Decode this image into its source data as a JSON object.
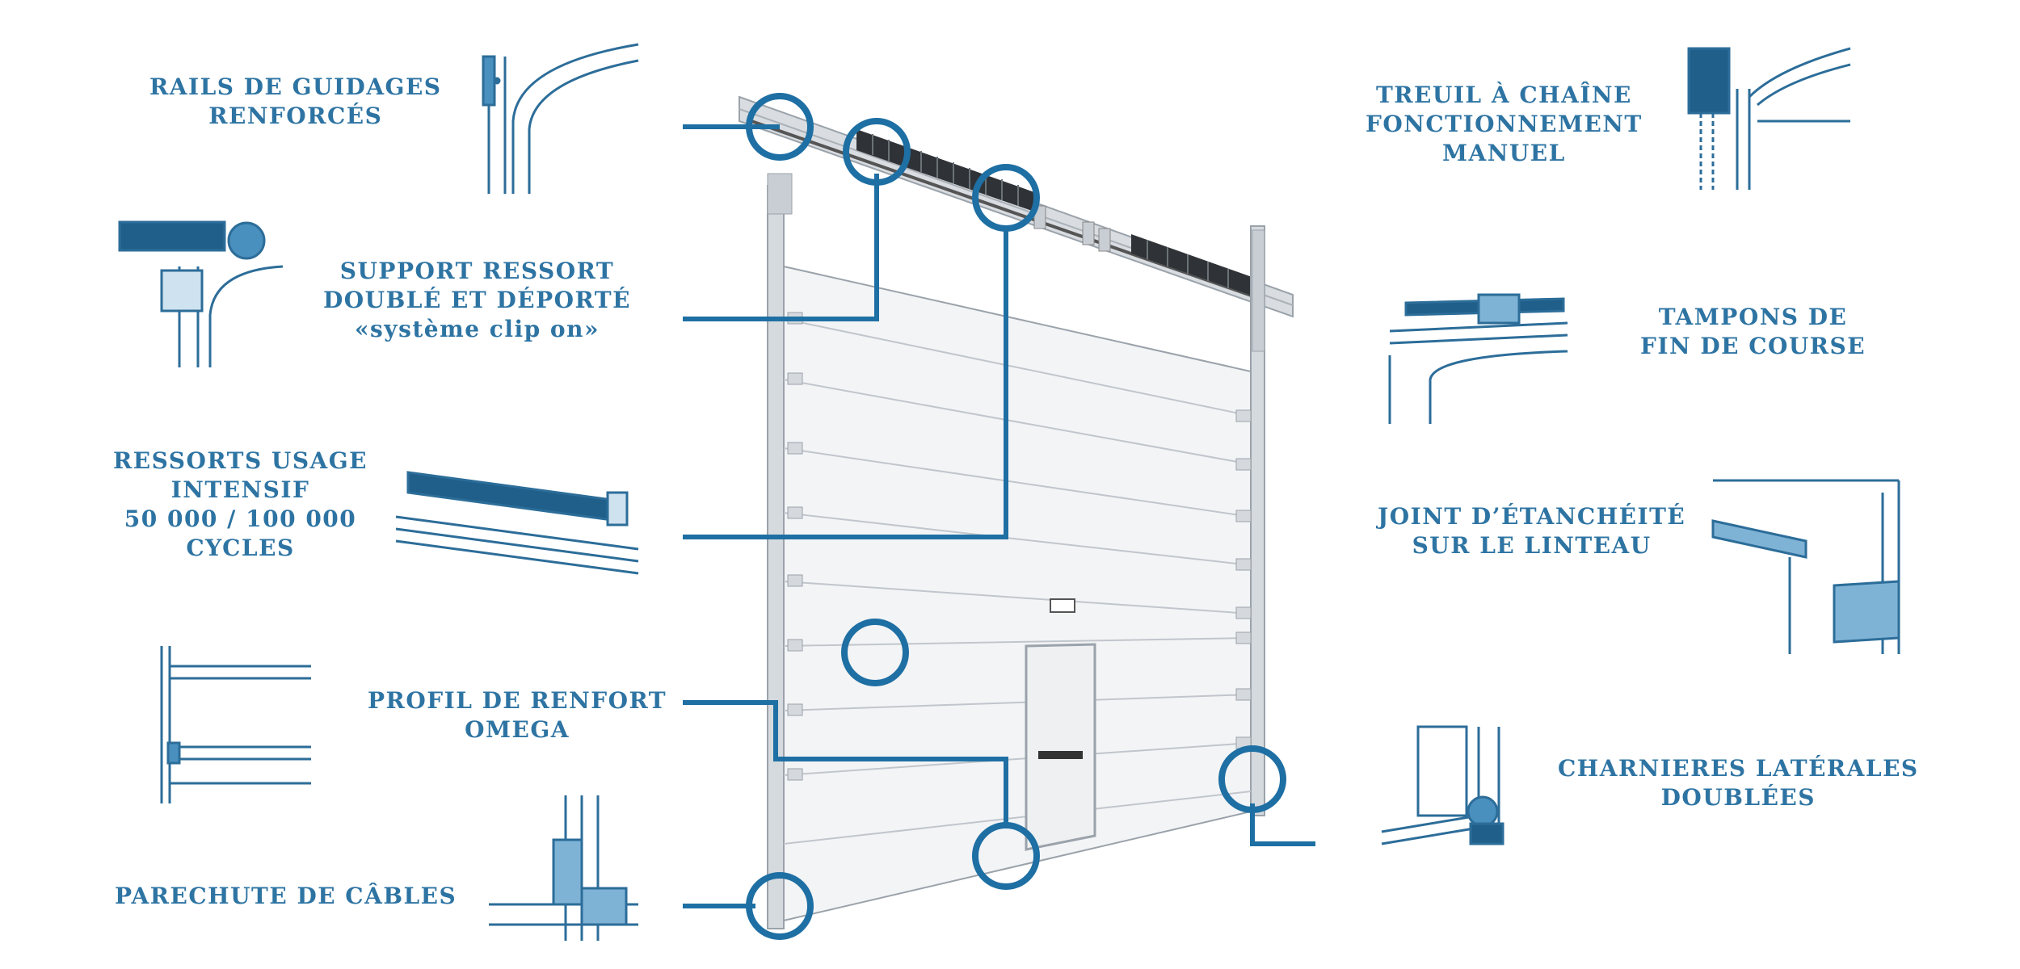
{
  "colors": {
    "accent": "#2e74a3",
    "door": "#f3f4f6",
    "frame": "#c9ced4",
    "line": "#1e4f74"
  },
  "labels": {
    "rails": [
      "RAILS DE GUIDAGES",
      "RENFORCÉS"
    ],
    "support": [
      "SUPPORT RESSORT",
      "DOUBLÉ ET DÉPORTÉ",
      "«système clip on»"
    ],
    "ressorts": [
      "RESSORTS USAGE",
      "INTENSIF",
      "50 000 / 100 000",
      "CYCLES"
    ],
    "profil": [
      "PROFIL DE RENFORT",
      "OMEGA"
    ],
    "parechute": [
      "PARECHUTE DE CÂBLES"
    ],
    "treuil": [
      "TREUIL À CHAÎNE",
      "FONCTIONNEMENT",
      "MANUEL"
    ],
    "tampons": [
      "TAMPONS DE",
      "FIN DE COURSE"
    ],
    "joint": [
      "JOINT D’ÉTANCHÉITÉ",
      "SUR LE LINTEAU"
    ],
    "charnieres": [
      "CHARNIERES LATÉRALES",
      "DOUBLÉES"
    ]
  }
}
